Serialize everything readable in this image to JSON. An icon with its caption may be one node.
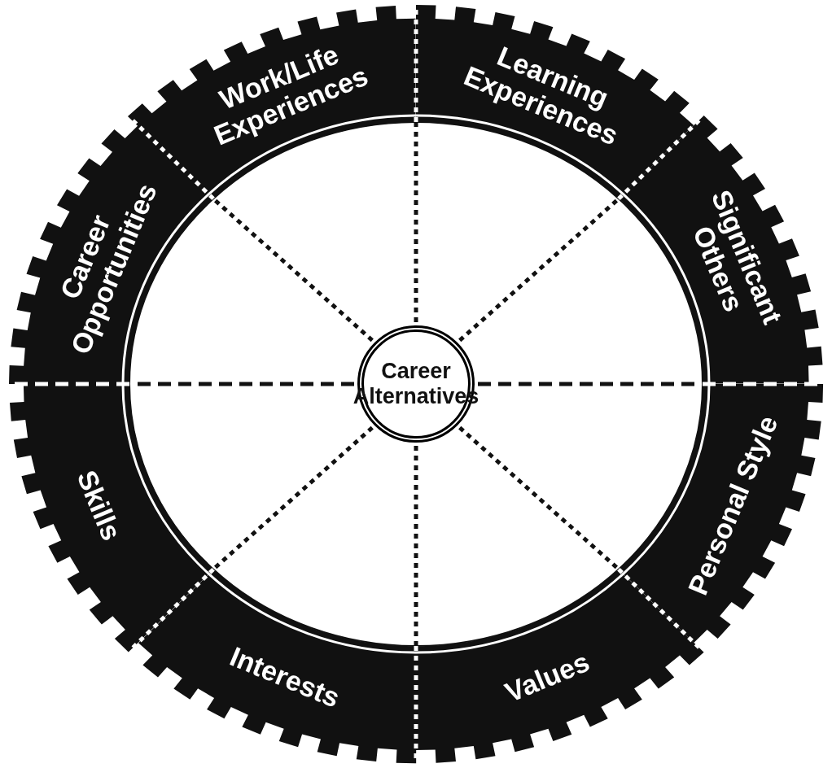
{
  "diagram": {
    "nodes": [
      {
        "text": [
          "Work/Life Experiences"
        ]
      },
      {
        "text": [
          "Learning Experiences"
        ]
      },
      {
        "text": [
          "Career Opportunities"
        ]
      },
      {
        "text": [
          "Significant Others"
        ]
      },
      {
        "text": [
          "Career Alternatives"
        ]
      },
      {
        "text": [
          "Skills"
        ]
      },
      {
        "text": [
          "Personal Style"
        ]
      },
      {
        "text": [
          "Interests"
        ]
      },
      {
        "text": [
          "Values"
        ]
      }
    ]
  }
}
